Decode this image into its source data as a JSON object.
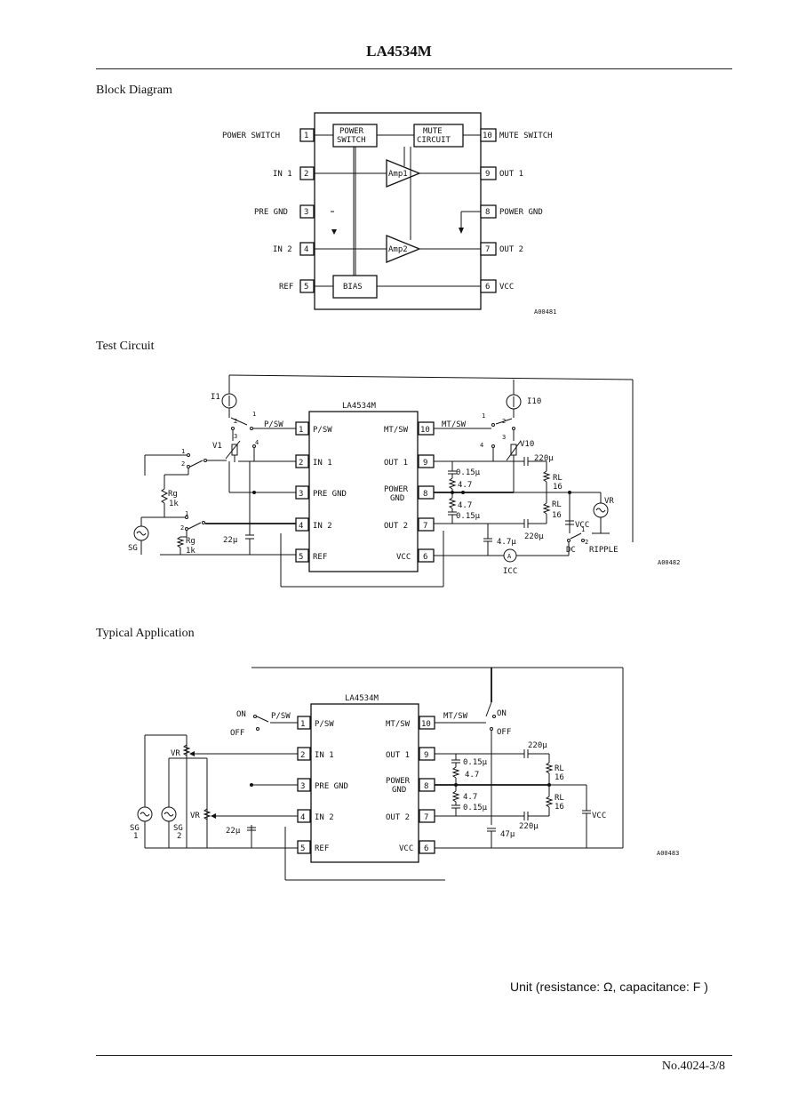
{
  "header": {
    "title": "LA4534M"
  },
  "sections": {
    "block_diagram": "Block Diagram",
    "test_circuit": "Test Circuit",
    "typical_application": "Typical Application"
  },
  "block_diagram": {
    "pins_left": [
      {
        "num": "1",
        "label": "POWER SWITCH"
      },
      {
        "num": "2",
        "label": "IN 1"
      },
      {
        "num": "3",
        "label": "PRE GND"
      },
      {
        "num": "4",
        "label": "IN 2"
      },
      {
        "num": "5",
        "label": "REF"
      }
    ],
    "pins_right": [
      {
        "num": "10",
        "label": "MUTE SWITCH"
      },
      {
        "num": "9",
        "label": "OUT 1"
      },
      {
        "num": "8",
        "label": "POWER GND"
      },
      {
        "num": "7",
        "label": "OUT 2"
      },
      {
        "num": "6",
        "label": "VCC"
      }
    ],
    "blocks": {
      "power_switch_1": "POWER",
      "power_switch_2": "SWITCH",
      "mute_circuit_1": "MUTE",
      "mute_circuit_2": "CIRCUIT",
      "amp1": "Amp1",
      "amp2": "Amp2",
      "bias": "BIAS"
    },
    "code": "A00481"
  },
  "test_circuit": {
    "chip": "LA4534M",
    "pins_left": [
      {
        "num": "1",
        "label": "P/SW"
      },
      {
        "num": "2",
        "label": "IN 1"
      },
      {
        "num": "3",
        "label": "PRE GND"
      },
      {
        "num": "4",
        "label": "IN 2"
      },
      {
        "num": "5",
        "label": "REF"
      }
    ],
    "pins_right": [
      {
        "num": "10",
        "label": "MT/SW"
      },
      {
        "num": "9",
        "label": "OUT 1"
      },
      {
        "num": "8",
        "label_1": "POWER",
        "label_2": "GND"
      },
      {
        "num": "7",
        "label": "OUT 2"
      },
      {
        "num": "6",
        "label": "VCC"
      }
    ],
    "labels": {
      "i1": "I1",
      "i10": "I10",
      "psw": "P/SW",
      "mtsw": "MT/SW",
      "v1": "V1",
      "v10": "V10",
      "rg1": "Rg",
      "rg1_val": "1k",
      "rg2": "Rg",
      "rg2_val": "1k",
      "sg": "SG",
      "c22": "22µ",
      "c015a": "0.15µ",
      "r47a": "4.7",
      "r47b": "4.7",
      "c015b": "0.15µ",
      "c220a": "220µ",
      "c220b": "220µ",
      "rl1": "RL",
      "rl1_val": "16",
      "rl2": "RL",
      "rl2_val": "16",
      "c47": "4.7µ",
      "vr": "VR",
      "vcc": "VCC",
      "dc": "DC",
      "ripple": "RIPPLE",
      "icc": "ICC",
      "amm": "A",
      "sw_1a": "1",
      "sw_2a": "2",
      "sw_1b": "1",
      "sw_2b": "2",
      "sw_3a": "3",
      "sw_4a": "4",
      "sw_1c": "1",
      "sw_2c": "2",
      "sw_1d": "1",
      "sw_2d": "2",
      "sw_3b": "3",
      "sw_4b": "4",
      "sw_1e": "1",
      "sw_2e": "2"
    },
    "code": "A00482"
  },
  "typical_application": {
    "chip": "LA4534M",
    "pins_left": [
      {
        "num": "1",
        "label": "P/SW"
      },
      {
        "num": "2",
        "label": "IN 1"
      },
      {
        "num": "3",
        "label": "PRE GND"
      },
      {
        "num": "4",
        "label": "IN 2"
      },
      {
        "num": "5",
        "label": "REF"
      }
    ],
    "pins_right": [
      {
        "num": "10",
        "label": "MT/SW"
      },
      {
        "num": "9",
        "label": "OUT 1"
      },
      {
        "num": "8",
        "label_1": "POWER",
        "label_2": "GND"
      },
      {
        "num": "7",
        "label": "OUT 2"
      },
      {
        "num": "6",
        "label": "VCC"
      }
    ],
    "labels": {
      "on_left": "ON",
      "off_left": "OFF",
      "psw": "P/SW",
      "mtsw": "MT/SW",
      "on_right": "ON",
      "off_right": "OFF",
      "vr1": "VR",
      "vr2": "VR",
      "sg1": "SG",
      "sg1_n": "1",
      "sg2": "SG",
      "sg2_n": "2",
      "c22": "22µ",
      "c220a": "220µ",
      "c220b": "220µ",
      "c015a": "0.15µ",
      "r47a": "4.7",
      "r47b": "4.7",
      "c015b": "0.15µ",
      "rl1": "RL",
      "rl1_val": "16",
      "rl2": "RL",
      "rl2_val": "16",
      "c47": "47µ",
      "vcc": "VCC"
    },
    "code": "A00483"
  },
  "unit_note": "Unit (resistance: Ω, capacitance: F )",
  "footer": {
    "page": "No.4024-3/8"
  }
}
